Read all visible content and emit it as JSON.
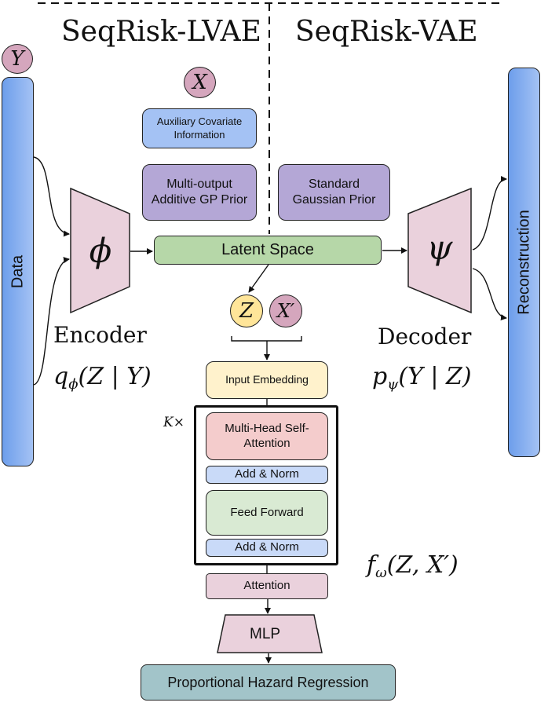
{
  "headers": {
    "left": "SeqRisk-LVAE",
    "right": "SeqRisk-VAE"
  },
  "inputs": {
    "y_symbol": "Y",
    "x_symbol": "X",
    "data_label": "Data"
  },
  "prior": {
    "aux_info": "Auxiliary Covariate Information",
    "gp_prior": "Multi-output Additive GP Prior",
    "gaussian_prior": "Standard Gaussian Prior"
  },
  "encoder": {
    "symbol": "ϕ",
    "label": "Encoder",
    "dist_q": "q",
    "dist_sub": "ϕ",
    "dist_args": "(Z | Y)"
  },
  "latent": {
    "label": "Latent Space",
    "z_symbol": "Z",
    "xprime_symbol": "X′"
  },
  "decoder": {
    "symbol": "ψ",
    "label": "Decoder",
    "dist_p": "p",
    "dist_sub": "ψ",
    "dist_args": "(Y | Z)",
    "output_label": "Reconstruction"
  },
  "transformer": {
    "repeat_label": "K×",
    "input_embedding": "Input Embedding",
    "self_attention": "Multi-Head Self-Attention",
    "add_norm_1": "Add & Norm",
    "feed_forward": "Feed Forward",
    "add_norm_2": "Add & Norm",
    "attention": "Attention",
    "mlp": "MLP",
    "hazard": "Proportional Hazard Regression",
    "func_f": "f",
    "func_sub": "ω",
    "func_args": "(Z, X′)"
  },
  "colors": {
    "purple_box": "#b4a7d6",
    "blue_box": "#a4c2f4",
    "green_box": "#b6d7a8",
    "pink_trap": "#ead1dc",
    "circle_pink": "#d5a6bd",
    "circle_yellow": "#ffe599",
    "yellow_box": "#fff2cc",
    "red_box": "#f4cccc",
    "light_blue": "#c9daf8",
    "light_green": "#d9ead3",
    "teal": "#a2c4c9"
  }
}
